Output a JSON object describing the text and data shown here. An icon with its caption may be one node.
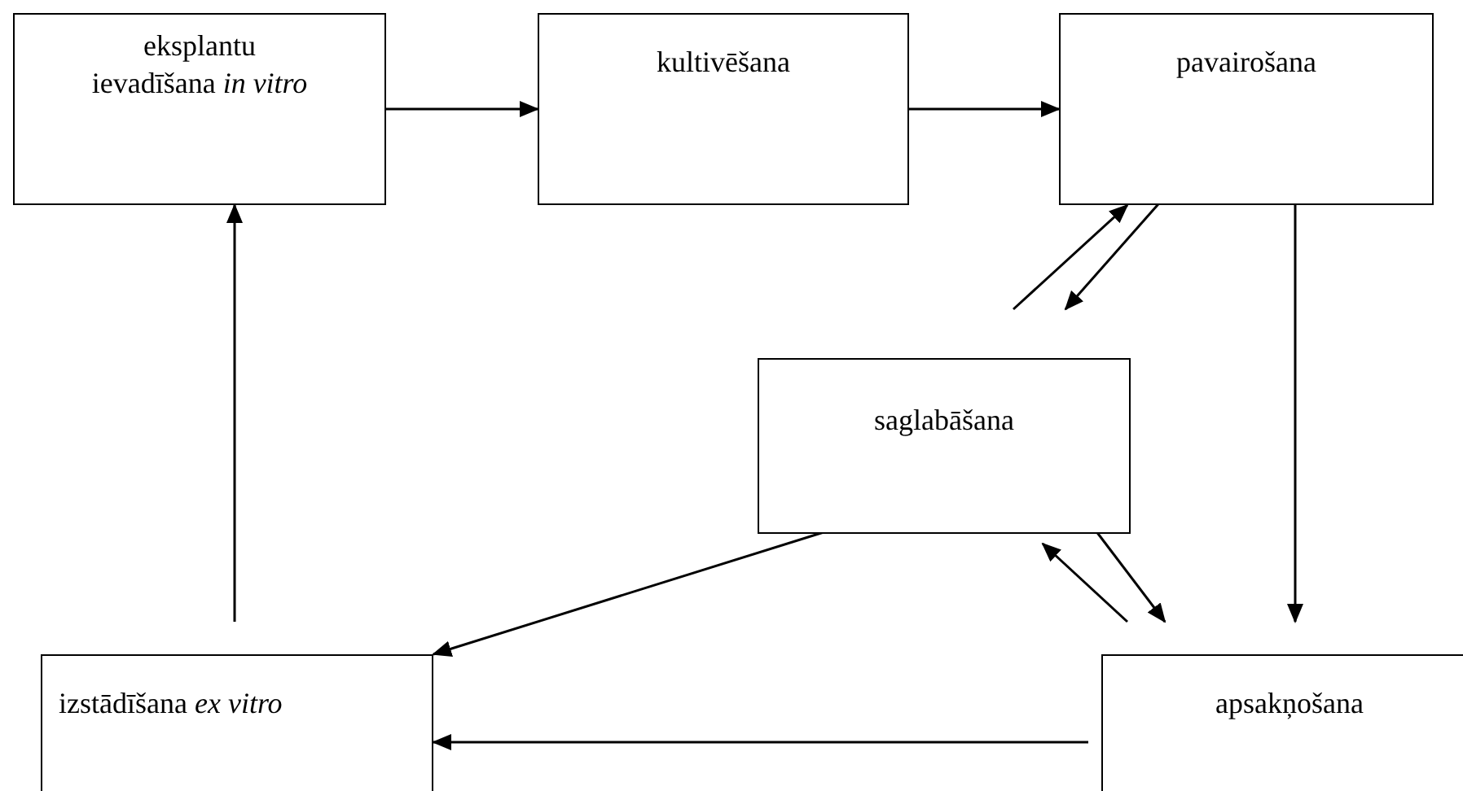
{
  "diagram": {
    "nodes": [
      {
        "text": [
          "eksplantu ievadīšana *in vitro*"
        ]
      },
      {
        "text": [
          "kultivēšana"
        ]
      },
      {
        "text": [
          "pavairošana"
        ]
      },
      {
        "text": [
          "saglabāšana"
        ]
      },
      {
        "text": [
          "izstādīšana *ex vitro*"
        ]
      },
      {
        "text": [
          "apsakņošana"
        ]
      }
    ],
    "edges": [
      {
        "from": 0,
        "to": 1,
        "arrow": "to"
      },
      {
        "from": 1,
        "to": 2,
        "arrow": "to"
      },
      {
        "from": 3,
        "to": 2,
        "arrow": "to"
      },
      {
        "from": 2,
        "to": 3,
        "arrow": "to"
      },
      {
        "from": 2,
        "to": 5,
        "arrow": "to"
      },
      {
        "from": 3,
        "to": 4,
        "arrow": "to"
      },
      {
        "from": 5,
        "to": 3,
        "arrow": "to"
      },
      {
        "from": 3,
        "to": 5,
        "arrow": "to"
      },
      {
        "from": 5,
        "to": 4,
        "arrow": "to"
      },
      {
        "from": 4,
        "to": 0,
        "arrow": "to"
      }
    ]
  }
}
